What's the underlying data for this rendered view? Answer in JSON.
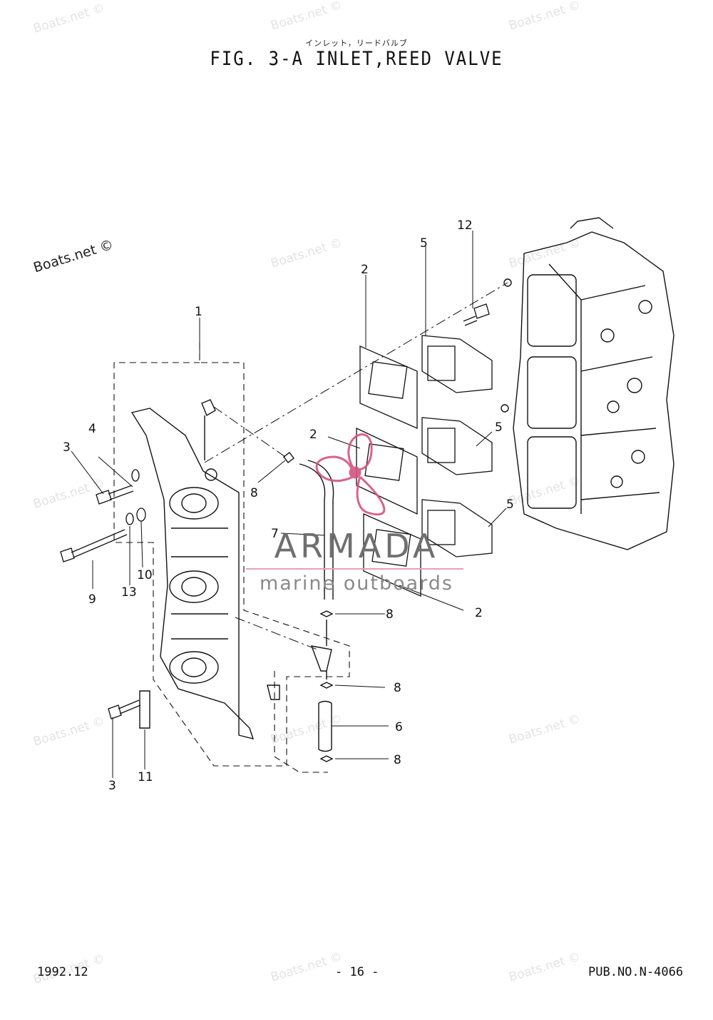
{
  "header": {
    "subtitle_jp": "インレット，リードバルブ",
    "title": "FIG.  3-A INLET,REED VALVE"
  },
  "watermark": {
    "text": "Boats.net ©",
    "color": "#e3e3e3"
  },
  "brand": {
    "name": "ARMADA",
    "tagline": "marine outboards",
    "accent": "#d4537f"
  },
  "callouts": [
    "1",
    "2",
    "2",
    "2",
    "3",
    "3",
    "4",
    "5",
    "5",
    "5",
    "6",
    "7",
    "8",
    "8",
    "8",
    "8",
    "9",
    "10",
    "11",
    "12",
    "13"
  ],
  "footer": {
    "date": "1992.12",
    "page": "- 16 -",
    "pub_no": "PUB.NO.N-4066"
  }
}
